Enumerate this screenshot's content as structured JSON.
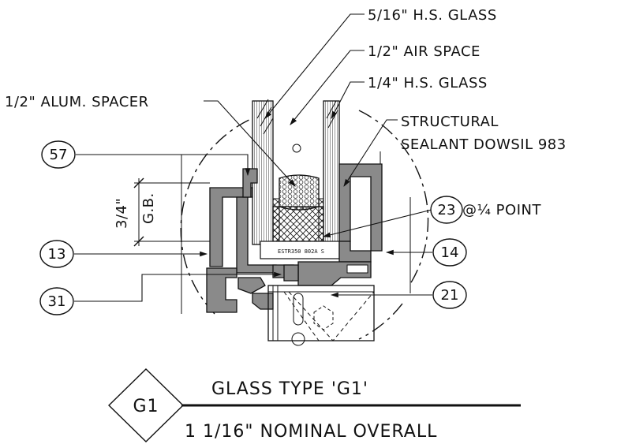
{
  "callouts": {
    "outer_glass": "5/16\" H.S. GLASS",
    "air_space": "1/2\" AIR SPACE",
    "inner_glass": "1/4\" H.S. GLASS",
    "spacer": "1/2\" ALUM. SPACER",
    "sealant_line1": "STRUCTURAL",
    "sealant_line2": "SEALANT DOWSIL 983",
    "point_ref": "@¼ POINT",
    "gb_dim": "3/4\"",
    "gb_label": "G.B.",
    "stamp": "ESTR350 802A S"
  },
  "bubbles": {
    "b57": "57",
    "b13": "13",
    "b31": "31",
    "b23": "23",
    "b14": "14",
    "b21": "21"
  },
  "tag": {
    "code": "G1",
    "title": "GLASS TYPE 'G1'",
    "subtitle": "1 1/16\" NOMINAL OVERALL"
  },
  "colors": {
    "line": "#111111",
    "profile_fill": "#8a8a8a",
    "glass_hatch": "#444444"
  }
}
